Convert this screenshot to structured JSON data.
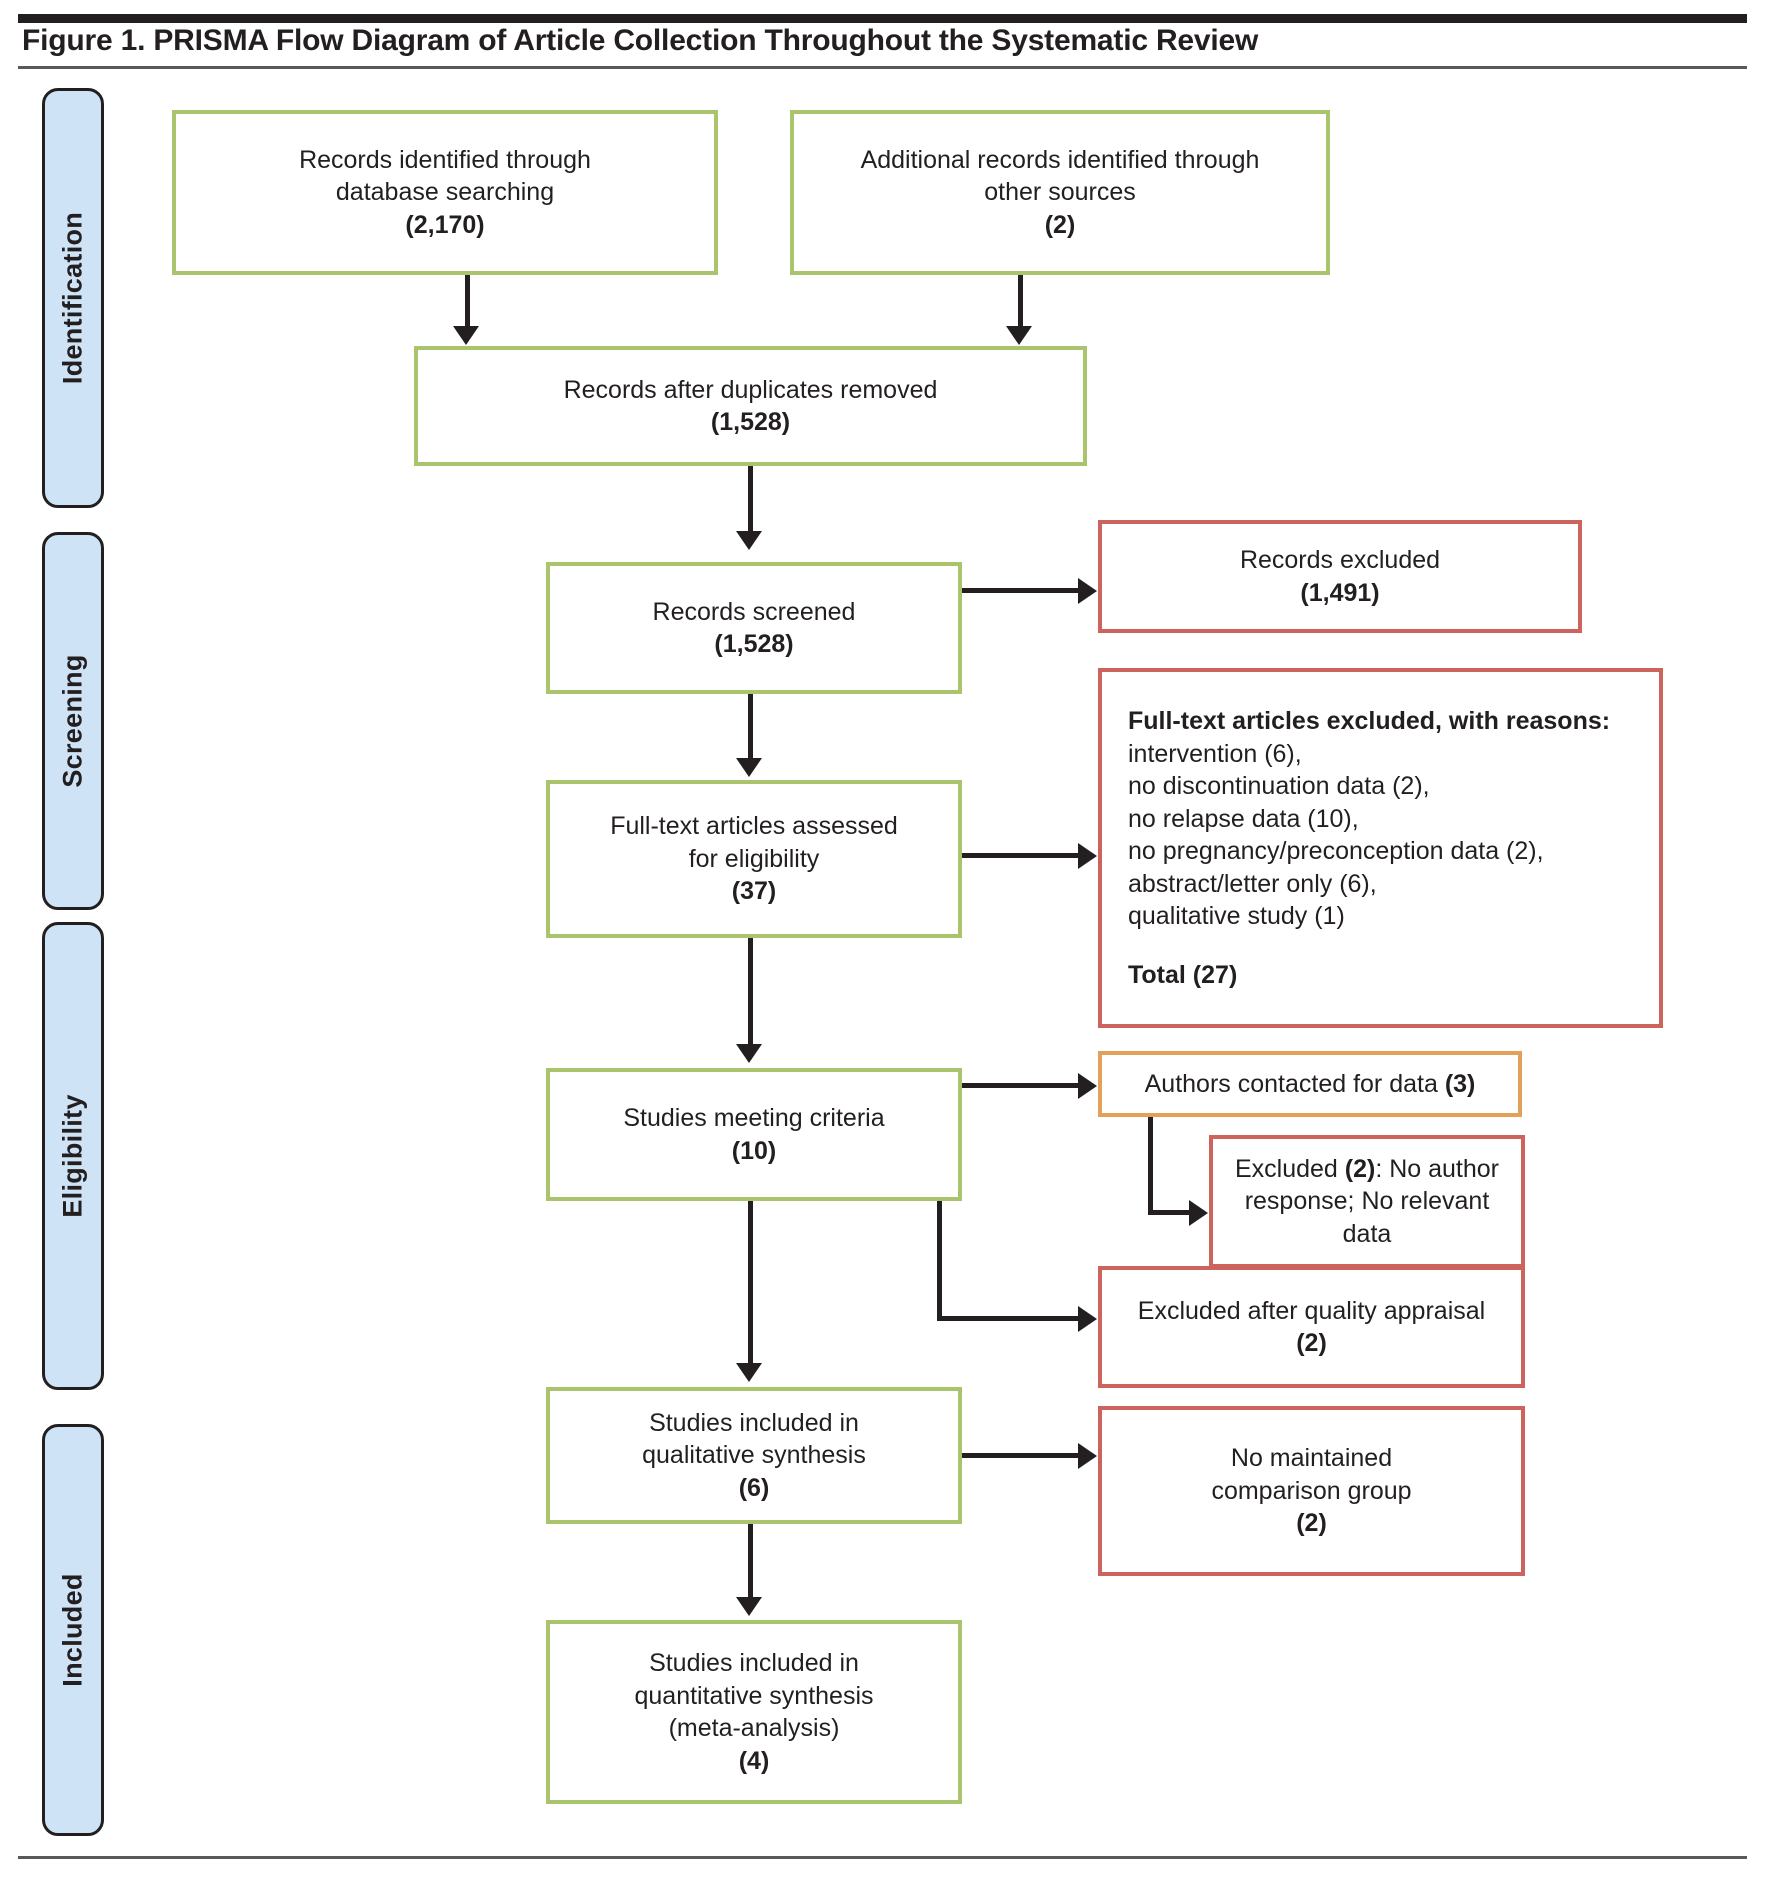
{
  "figure": {
    "title": "Figure 1. PRISMA Flow Diagram of Article Collection Throughout the Systematic Review"
  },
  "colors": {
    "green_border": "#a9c46c",
    "red_border": "#cc635d",
    "orange_border": "#e3a05a",
    "stage_fill": "#cfe3f7",
    "ink": "#231f20"
  },
  "stages": [
    {
      "label": "Identification"
    },
    {
      "label": "Screening"
    },
    {
      "label": "Eligibility"
    },
    {
      "label": "Included"
    }
  ],
  "nodes": {
    "records_db": {
      "line1": "Records identified through",
      "line2": "database searching",
      "count": "(2,170)"
    },
    "records_other": {
      "line1": "Additional records identified through",
      "line2": "other sources",
      "count": "(2)"
    },
    "after_duplicates": {
      "line1": "Records after duplicates removed",
      "count": "(1,528)"
    },
    "records_screened": {
      "line1": "Records screened",
      "count": "(1,528)"
    },
    "records_excluded": {
      "line1": "Records excluded",
      "count": "(1,491)"
    },
    "fulltext_assessed": {
      "line1": "Full-text articles assessed",
      "line2": "for eligibility",
      "count": "(37)"
    },
    "fulltext_excluded": {
      "heading": "Full-text articles excluded, with reasons:",
      "reasons": [
        "intervention (6),",
        "no discontinuation data (2),",
        "no relapse data (10),",
        "no pregnancy/preconception data (2),",
        "abstract/letter only (6),",
        "qualitative study (1)"
      ],
      "total": "Total (27)"
    },
    "studies_meeting": {
      "line1": "Studies meeting criteria",
      "count": "(10)"
    },
    "authors_contacted": {
      "text_pre": "Authors contacted for data ",
      "count": "(3)"
    },
    "author_excluded": {
      "pre": "Excluded ",
      "count": "(2)",
      "post": ": No author",
      "line2": "response; No relevant data"
    },
    "quality_excluded": {
      "line1": "Excluded after quality appraisal",
      "count": "(2)"
    },
    "qualitative": {
      "line1": "Studies included in",
      "line2": "qualitative synthesis",
      "count": "(6)"
    },
    "no_comparison": {
      "line1": "No maintained",
      "line2": "comparison group",
      "count": "(2)"
    },
    "quantitative": {
      "line1": "Studies included in",
      "line2": "quantitative synthesis",
      "line3": "(meta-analysis)",
      "count": "(4)"
    }
  }
}
